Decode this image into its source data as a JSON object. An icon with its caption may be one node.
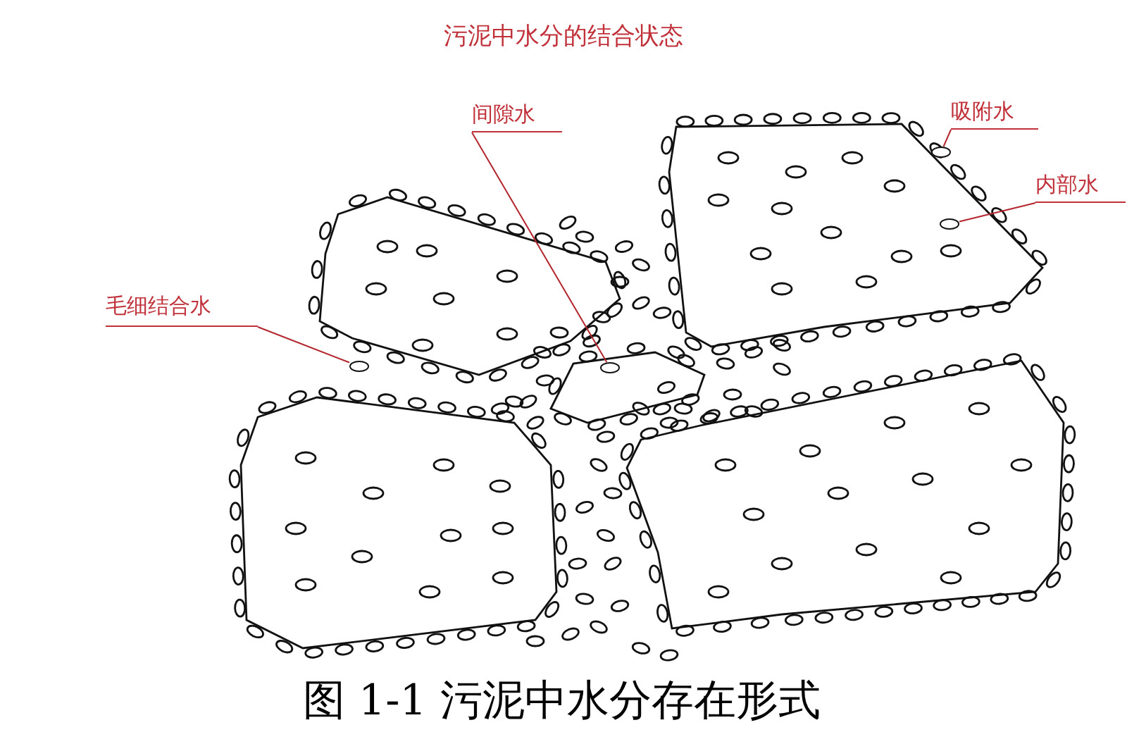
{
  "diagram": {
    "title": "污泥中水分的结合状态",
    "caption": "图 1-1 污泥中水分存在形式",
    "nodes": [
      {
        "text": [
          "间隙水"
        ]
      },
      {
        "text": [
          "吸附水"
        ]
      },
      {
        "text": [
          "内部水"
        ]
      },
      {
        "text": [
          "毛细结合水"
        ]
      },
      {
        "text": [],
        "shape": "ellipse"
      },
      {
        "text": [],
        "shape": "ellipse"
      },
      {
        "text": [],
        "shape": "ellipse"
      },
      {
        "text": [],
        "shape": "ellipse"
      }
    ],
    "edges": [
      {
        "from": 0,
        "to": 4,
        "arrow": "none"
      },
      {
        "from": 1,
        "to": 5,
        "arrow": "none"
      },
      {
        "from": 2,
        "to": 6,
        "arrow": "none"
      },
      {
        "from": 3,
        "to": 7,
        "arrow": "none"
      }
    ]
  }
}
